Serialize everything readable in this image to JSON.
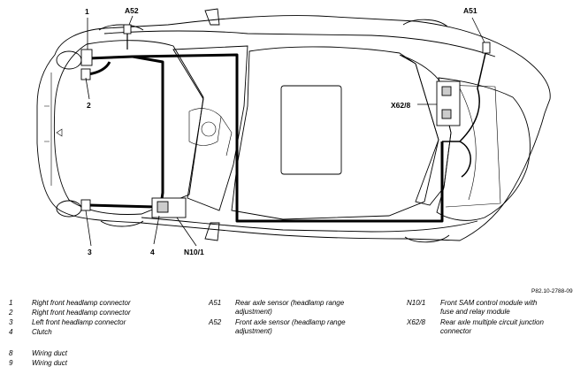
{
  "figure": {
    "id": "P82.10-2788-09",
    "callouts": {
      "c1": "1",
      "c2": "2",
      "c3": "3",
      "c4": "4",
      "a51": "A51",
      "a52": "A52",
      "x62_8": "X62/8",
      "n10_1": "N10/1"
    }
  },
  "legend": {
    "col1": [
      {
        "code": "1",
        "text": "Right front headlamp connector"
      },
      {
        "code": "2",
        "text": "Right front headlamp connector"
      },
      {
        "code": "3",
        "text": "Left front headlamp connector"
      },
      {
        "code": "4",
        "text": "Clutch"
      },
      {
        "code": "8",
        "text": "Wiring duct"
      },
      {
        "code": "9",
        "text": "Wiring duct"
      }
    ],
    "col2": [
      {
        "code": "A51",
        "line1": "Rear axle sensor (headlamp range",
        "line2": "adjustment)"
      },
      {
        "code": "A52",
        "line1": "Front axle sensor (headlamp range",
        "line2": "adjustment)"
      }
    ],
    "col3": [
      {
        "code": "N10/1",
        "line1": "Front SAM control module with",
        "line2": "fuse and relay module"
      },
      {
        "code": "X62/8",
        "line1": "Rear axle multiple circuit junction",
        "line2": "connector"
      }
    ]
  }
}
